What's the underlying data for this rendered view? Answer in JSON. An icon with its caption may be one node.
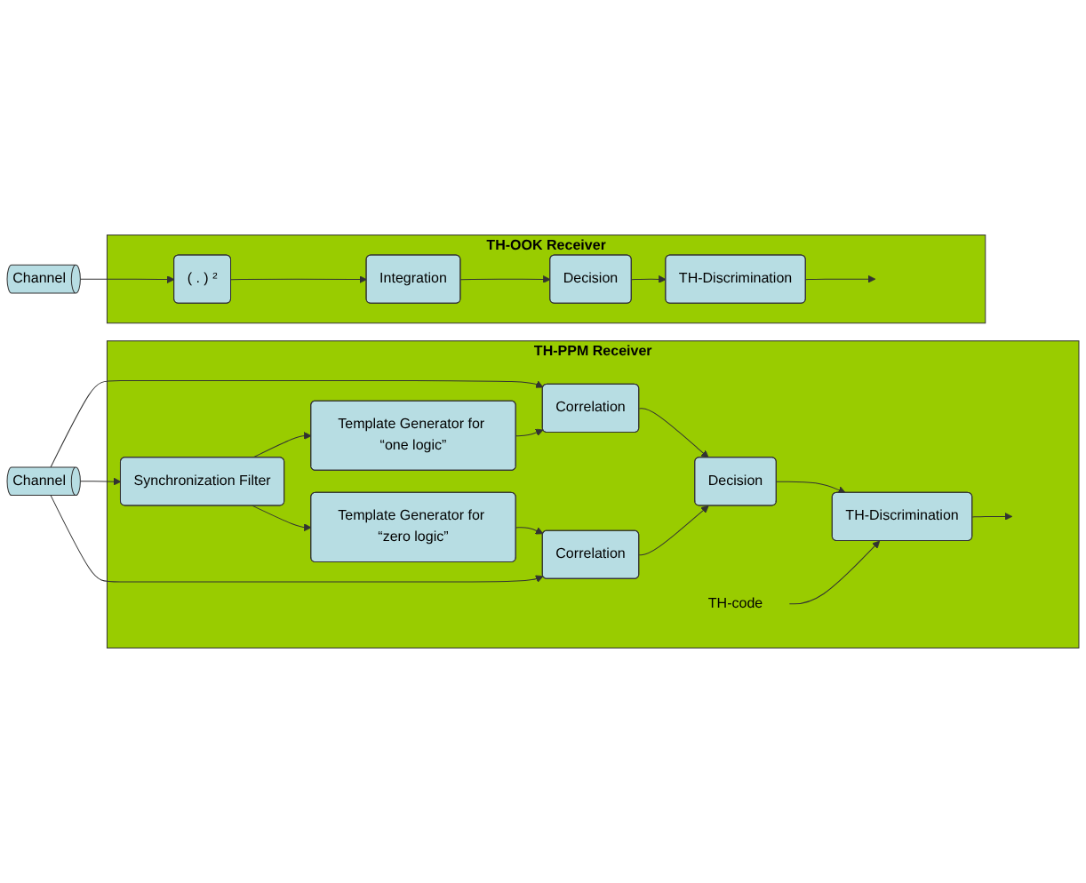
{
  "diagram": {
    "nodes": [
      {
        "text": [
          "Channel"
        ]
      },
      {
        "text": [
          "TH-PPM Receiver"
        ]
      },
      {
        "text": [
          "Correlation"
        ],
        "in": 1
      },
      {
        "text": [
          "Template Generator for “one logic”"
        ],
        "in": 1
      },
      {
        "text": [
          "Synchronization Filter"
        ],
        "in": 1
      },
      {
        "text": [
          "Template Generator for “zero logic”"
        ],
        "in": 1
      },
      {
        "text": [
          "Correlation"
        ],
        "in": 1
      },
      {
        "text": [
          "Decision"
        ],
        "in": 1
      },
      {
        "text": [
          "TH-code"
        ],
        "in": 1
      },
      {
        "text": [
          "TH-Discrimination"
        ],
        "in": 1
      },
      {
        "text": [
          "Channel"
        ]
      },
      {
        "text": [
          "TH-OOK Receiver"
        ]
      },
      {
        "text": [
          "( . ) ²"
        ],
        "in": 11
      },
      {
        "text": [
          "Integration"
        ],
        "in": 11
      },
      {
        "text": [
          "Decision"
        ],
        "in": 11
      },
      {
        "text": [
          "TH-Discrimination"
        ],
        "in": 11
      }
    ],
    "edges": [
      {
        "from": 0,
        "to": 2,
        "arrow": "to"
      },
      {
        "from": 0,
        "to": 4,
        "arrow": "to"
      },
      {
        "from": 0,
        "to": 6,
        "arrow": "to"
      },
      {
        "from": 4,
        "to": 3,
        "arrow": "to"
      },
      {
        "from": 3,
        "to": 2,
        "arrow": "to"
      },
      {
        "from": 4,
        "to": 5,
        "arrow": "to"
      },
      {
        "from": 5,
        "to": 6,
        "arrow": "to"
      },
      {
        "from": 2,
        "to": 7,
        "arrow": "to"
      },
      {
        "from": 6,
        "to": 7,
        "arrow": "to"
      },
      {
        "from": 7,
        "to": 9,
        "arrow": "to"
      },
      {
        "from": 8,
        "to": 9,
        "arrow": "to"
      },
      {
        "from": 9,
        "to": null,
        "arrow": "to"
      },
      {
        "from": 10,
        "to": 12,
        "arrow": "to"
      },
      {
        "from": 12,
        "to": 13,
        "arrow": "to"
      },
      {
        "from": 13,
        "to": 14,
        "arrow": "to"
      },
      {
        "from": 14,
        "to": 15,
        "arrow": "to"
      },
      {
        "from": 15,
        "to": null,
        "arrow": "to"
      }
    ]
  }
}
